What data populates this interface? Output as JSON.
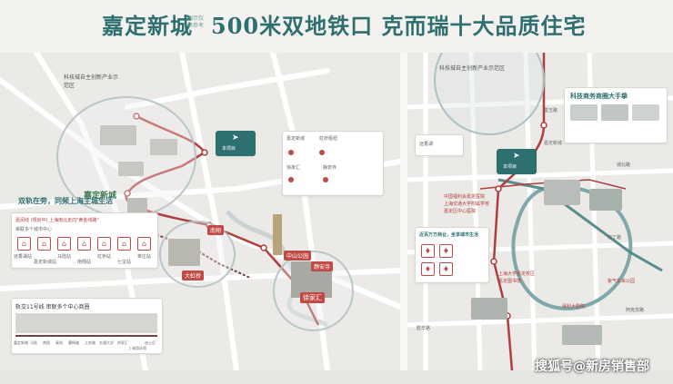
{
  "banner": {
    "left_title": "嘉定新城",
    "tiny_note": "图示仅供参考",
    "right_title": "500米双地铁口  克而瑞十大品质住宅"
  },
  "left_map": {
    "district_top": "科技城自主创新产业示范区",
    "jiading_newtown": "嘉定新城",
    "project_label": "本项目",
    "metro_badge": "双轨在旁，同频上海主城生活",
    "metro_sub": "嘉闵线 (规划中)  上海南北走向\"黄金线路\"",
    "metro_sub2": "串联多个城市中心",
    "stations": [
      "远香湖站",
      "嘉定新城站",
      "马陆站",
      "南翔站",
      "虹桥站",
      "七宝站",
      "莘庄站"
    ],
    "line11_label": "轨交11号线  串联多个中心商圈",
    "line11_stops": [
      "嘉定新城",
      "马陆",
      "南翔",
      "真如",
      "曹杨路",
      "江苏路",
      "交通大学",
      "徐家汇",
      "上海游泳馆",
      "迪士尼"
    ],
    "places": {
      "hongqiao": "大虹桥",
      "nanxiang": "南翔",
      "xujiahui": "徐家汇",
      "zhongshan": "中山公园",
      "jingan": "静安寺"
    },
    "route_panel": {
      "labels": [
        "嘉定新城",
        "虹桥枢纽",
        "徐家汇",
        "静安寺"
      ]
    }
  },
  "right_map": {
    "district_top": "科技城自主创新产业示范区",
    "business_title": "科技商务商圈大手挚",
    "life_title": "近百万方商业，坐享城市生活",
    "project_label": "本项目",
    "roads": [
      "远香湖",
      "嘉定新城",
      "城北路",
      "胜辛路",
      "双丁路",
      "阿克苏路",
      "墨玉路"
    ],
    "list_items": [
      "中国福利会嘉定医院",
      "上海交通大学附属学校",
      "嘉定区中心医院",
      "上海大学嘉定校区",
      "嘉定图书馆",
      "保利大剧院",
      "紫气东来公园"
    ]
  },
  "watermark": "搜狐号@新房销售部",
  "colors": {
    "teal": "#2e6f70",
    "metro_red": "#b03e3e",
    "road": "#ffffff",
    "green": "#3f7a54"
  }
}
